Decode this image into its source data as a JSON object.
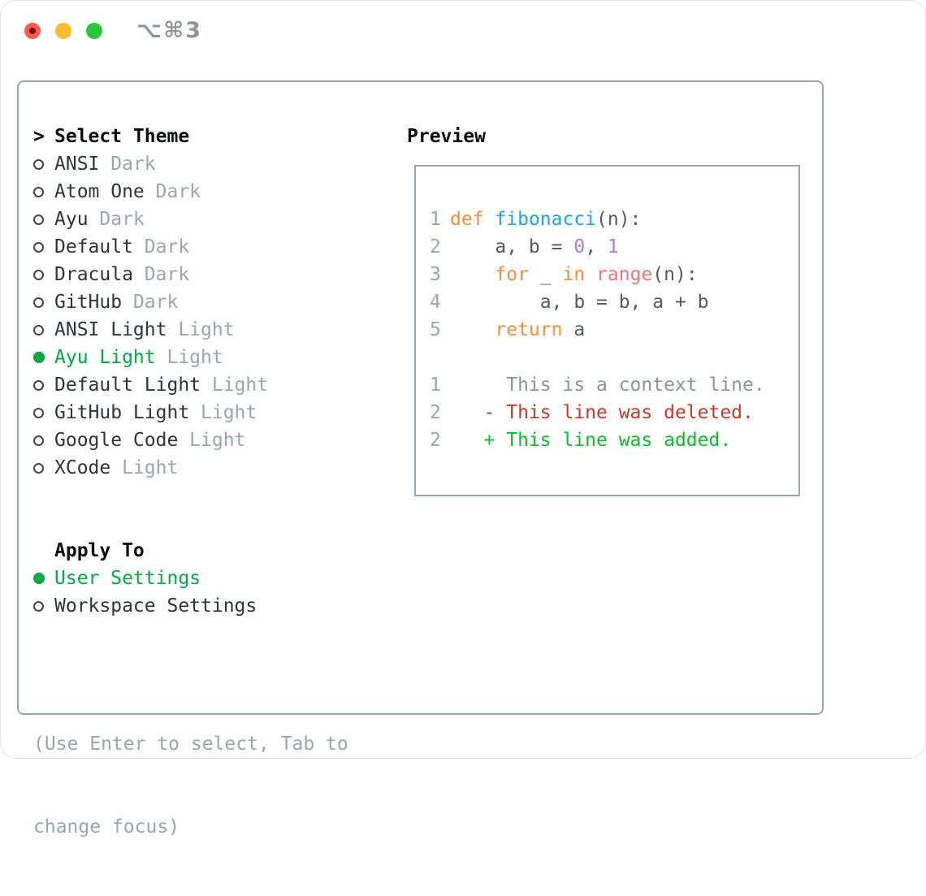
{
  "window": {
    "title": "⌥⌘3",
    "traffic_lights": [
      "close",
      "minimize",
      "zoom"
    ]
  },
  "theme_picker": {
    "prompt": ">",
    "header": "Select Theme",
    "items": [
      {
        "name": "ANSI",
        "variant": "Dark",
        "selected": false
      },
      {
        "name": "Atom One",
        "variant": "Dark",
        "selected": false
      },
      {
        "name": "Ayu",
        "variant": "Dark",
        "selected": false
      },
      {
        "name": "Default",
        "variant": "Dark",
        "selected": false
      },
      {
        "name": "Dracula",
        "variant": "Dark",
        "selected": false
      },
      {
        "name": "GitHub",
        "variant": "Dark",
        "selected": false
      },
      {
        "name": "ANSI Light",
        "variant": "Light",
        "selected": false
      },
      {
        "name": "Ayu Light",
        "variant": "Light",
        "selected": true
      },
      {
        "name": "Default Light",
        "variant": "Light",
        "selected": false
      },
      {
        "name": "GitHub Light",
        "variant": "Light",
        "selected": false
      },
      {
        "name": "Google Code",
        "variant": "Light",
        "selected": false
      },
      {
        "name": "XCode",
        "variant": "Light",
        "selected": false
      }
    ]
  },
  "apply_to": {
    "header": "Apply To",
    "options": [
      {
        "label": "User Settings",
        "selected": true
      },
      {
        "label": "Workspace Settings",
        "selected": false
      }
    ]
  },
  "hint": {
    "line1": "(Use Enter to select, Tab to",
    "line2": "change focus)"
  },
  "preview": {
    "header": "Preview",
    "code_lines": [
      {
        "num": "1",
        "segments": [
          {
            "text": "def ",
            "color": "keyword"
          },
          {
            "text": "fibonacci",
            "color": "function"
          },
          {
            "text": "(n):",
            "color": "code"
          }
        ]
      },
      {
        "num": "2",
        "segments": [
          {
            "text": "    a, b = ",
            "color": "code"
          },
          {
            "text": "0",
            "color": "number"
          },
          {
            "text": ", ",
            "color": "code"
          },
          {
            "text": "1",
            "color": "number"
          }
        ]
      },
      {
        "num": "3",
        "segments": [
          {
            "text": "    ",
            "color": "code"
          },
          {
            "text": "for",
            "color": "keyword"
          },
          {
            "text": " _ ",
            "color": "code"
          },
          {
            "text": "in",
            "color": "keyword"
          },
          {
            "text": " ",
            "color": "code"
          },
          {
            "text": "range",
            "color": "builtin"
          },
          {
            "text": "(n):",
            "color": "code"
          }
        ]
      },
      {
        "num": "4",
        "segments": [
          {
            "text": "        a, b = b, a + b",
            "color": "code"
          }
        ]
      },
      {
        "num": "5",
        "segments": [
          {
            "text": "    ",
            "color": "code"
          },
          {
            "text": "return",
            "color": "keyword"
          },
          {
            "text": " a",
            "color": "code"
          }
        ]
      },
      {
        "num": "",
        "segments": []
      },
      {
        "num": "1",
        "segments": [
          {
            "text": "     This is a context line.",
            "color": "context"
          }
        ]
      },
      {
        "num": "2",
        "segments": [
          {
            "text": "   - This line was deleted.",
            "color": "deleted"
          }
        ]
      },
      {
        "num": "2",
        "segments": [
          {
            "text": "   + This line was added.",
            "color": "added"
          }
        ]
      }
    ]
  },
  "colors": {
    "accent": "#00ab41",
    "text": "#2e343b",
    "muted": "#9aa5b2",
    "border": "#9aa5b1",
    "titlebar_text": "#8f959c",
    "traffic_red": "#f75c54",
    "traffic_yellow": "#fcba2d",
    "traffic_green": "#2cc53f",
    "keyword": "#f98d3e",
    "function": "#20a3ee",
    "number": "#a87ddb",
    "builtin": "#f5727d",
    "code": "#565b63",
    "context": "#8b939d",
    "deleted": "#c23a2b",
    "added": "#0fbd2a"
  }
}
